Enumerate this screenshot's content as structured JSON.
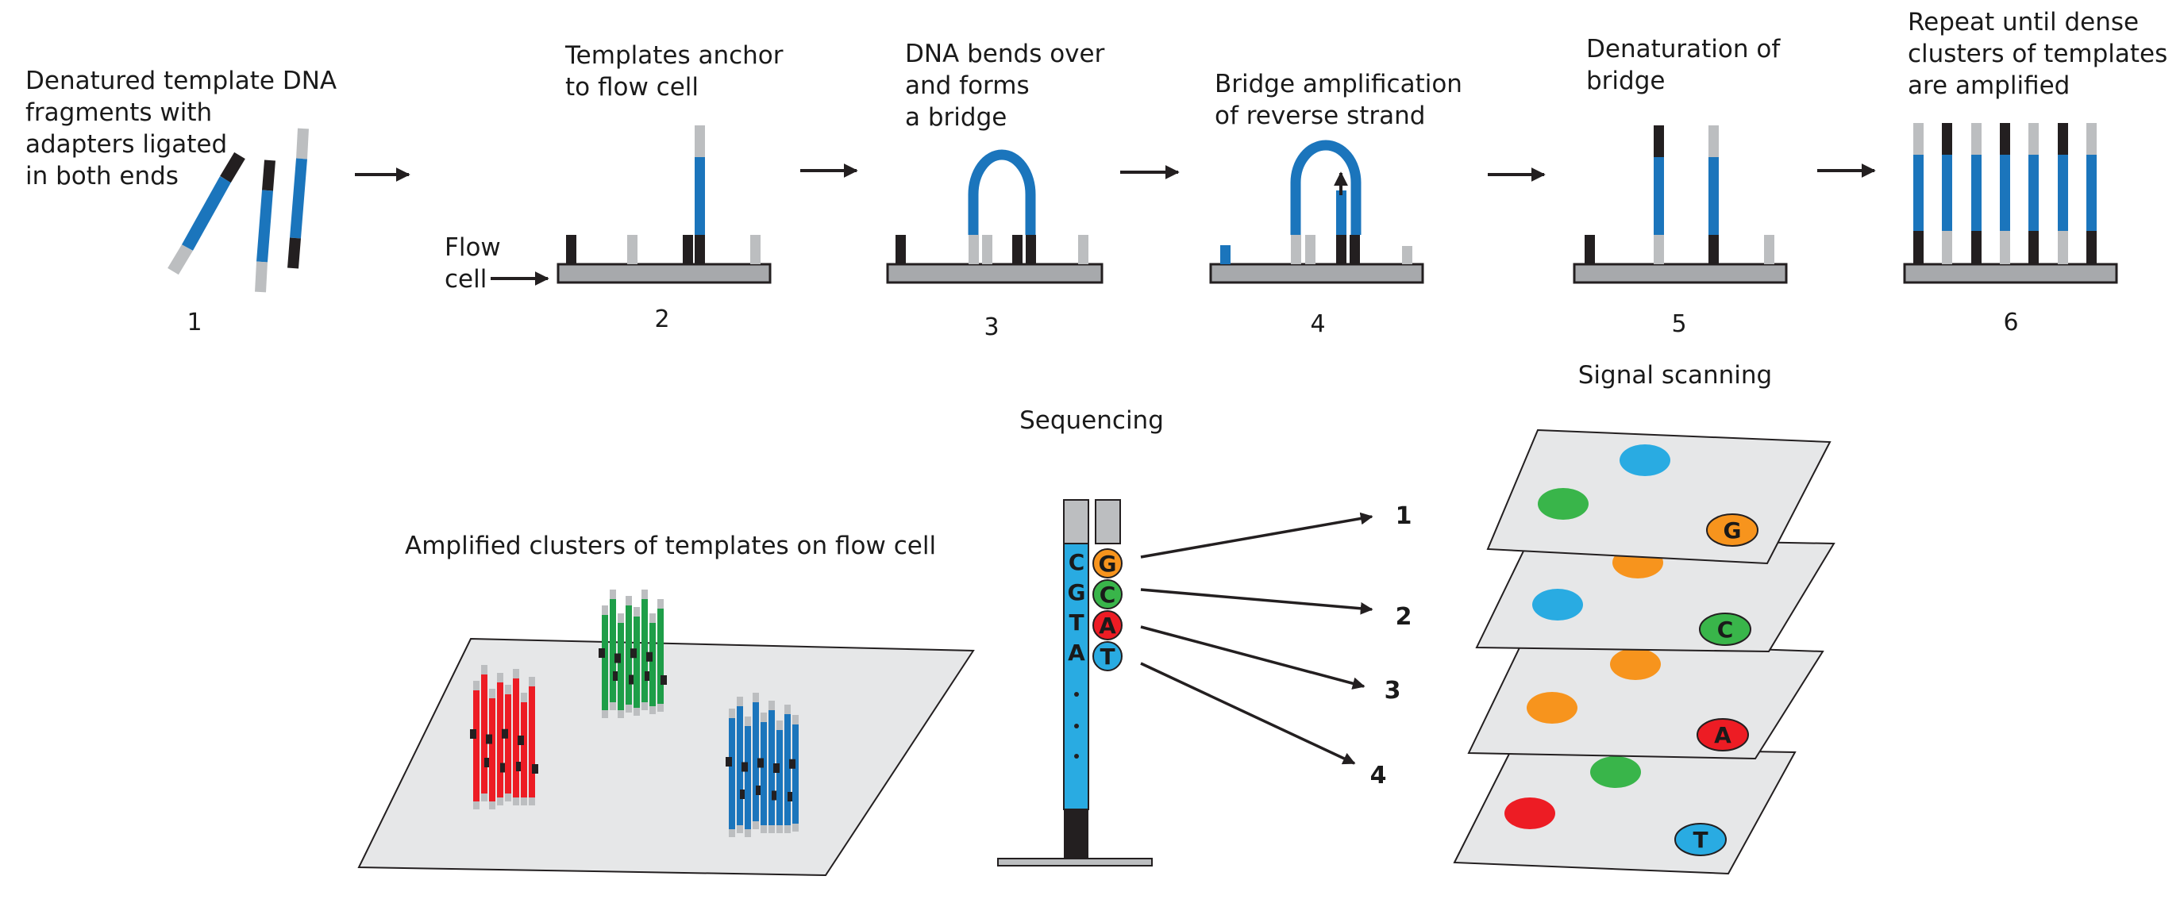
{
  "colors": {
    "dna_blue": "#1b75bc",
    "adapter_dark": "#231f20",
    "adapter_light": "#bcbec0",
    "flow_cell_fill": "#a7a9ac",
    "flow_cell_stroke": "#231f20",
    "plane_fill": "#e6e7e8",
    "cluster_red": "#ed1c24",
    "cluster_green": "#1e9e48",
    "cluster_blue": "#1b75bc",
    "column_blue": "#29abe2",
    "base_G": "#f7941d",
    "base_C": "#39b54a",
    "base_A": "#ed1c24",
    "base_T": "#29abe2"
  },
  "steps": [
    {
      "number": "1",
      "caption": [
        "Denatured template DNA",
        "fragments with",
        "adapters ligated",
        "in both ends"
      ]
    },
    {
      "number": "2",
      "caption": [
        "Templates anchor",
        "to flow cell"
      ]
    },
    {
      "number": "3",
      "caption": [
        "DNA bends over",
        "and forms",
        "a bridge"
      ]
    },
    {
      "number": "4",
      "caption": [
        "Bridge amplification",
        "of reverse strand"
      ]
    },
    {
      "number": "5",
      "caption": [
        "Denaturation of",
        "bridge"
      ]
    },
    {
      "number": "6",
      "caption": [
        "Repeat until dense",
        "clusters of templates",
        "are amplified"
      ]
    }
  ],
  "flow_cell_label": [
    "Flow",
    "cell"
  ],
  "clusters_caption": "Amplified clusters of templates on flow cell",
  "sequencing_title": "Sequencing",
  "sequencing": {
    "template_bases": [
      "C",
      "G",
      "T",
      "A"
    ],
    "incorporated_bases": [
      "G",
      "C",
      "A",
      "T"
    ],
    "cycles": [
      "1",
      "2",
      "3",
      "4"
    ]
  },
  "signal_title": "Signal scanning",
  "signal_bases": [
    "G",
    "C",
    "A",
    "T"
  ]
}
